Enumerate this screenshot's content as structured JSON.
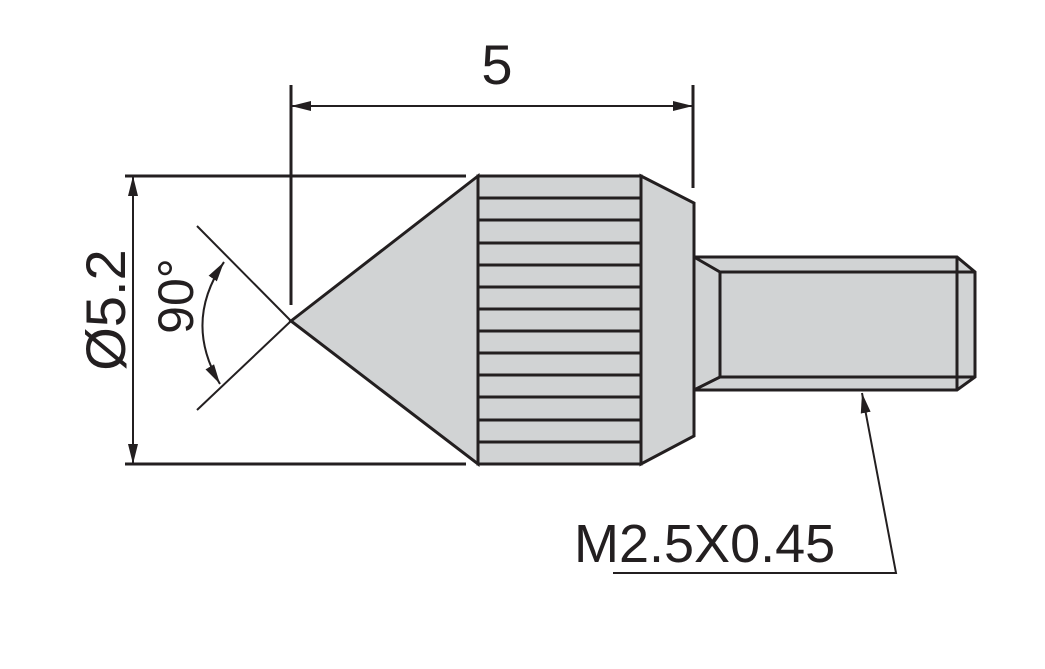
{
  "dimensions": {
    "length": "5",
    "diameter": "Ø5.2",
    "angle": "90°",
    "thread": "M2.5X0.45"
  },
  "colors": {
    "fill": "#d1d3d4",
    "line": "#231f20"
  }
}
